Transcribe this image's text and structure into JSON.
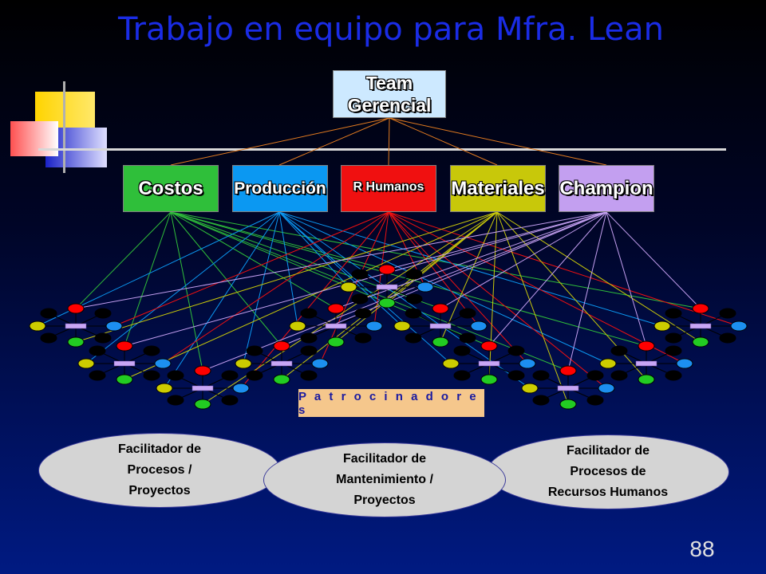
{
  "title": "Trabajo en equipo para Mfra. Lean",
  "team": {
    "line1": "Team",
    "line2": "Gerencial"
  },
  "departments": [
    {
      "label": "Costos",
      "color": "#2fbf3a"
    },
    {
      "label": "Producción",
      "color": "#0b98f2"
    },
    {
      "label": "R Humanos",
      "color": "#f01010"
    },
    {
      "label": "Materiales",
      "color": "#c8c80a"
    },
    {
      "label": "Champion",
      "color": "#c39ff0"
    }
  ],
  "patrocinadores": "P a t r o c i n a d o r e s",
  "facilitators": [
    {
      "lines": [
        "Facilitador de",
        "Procesos /",
        "Proyectos"
      ]
    },
    {
      "lines": [
        "Facilitador de",
        "Mantenimiento /",
        "Proyectos"
      ]
    },
    {
      "lines": [
        "Facilitador de",
        "Procesos de",
        "Recursos Humanos"
      ]
    }
  ],
  "page_number": "88",
  "team_cluster_count": 11,
  "colors": {
    "title": "#1a2ce6",
    "background": "#000528",
    "node_red": "#ff0000",
    "node_yellow": "#cccc00",
    "node_blue": "#1c8ff0",
    "node_green": "#22cc22",
    "node_black": "#000000",
    "center_bar": "#c8a6f5"
  }
}
